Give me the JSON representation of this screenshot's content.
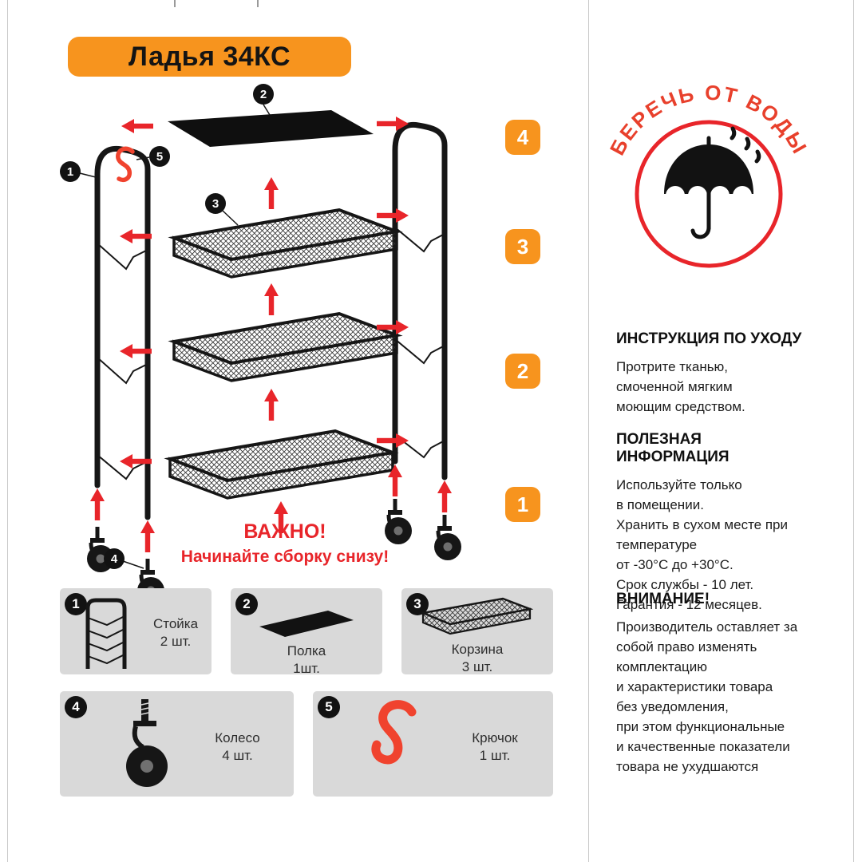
{
  "title": "Ладья 34КС",
  "colors": {
    "accent_orange": "#F7941E",
    "warning_red": "#E8252A",
    "hook_red": "#F0432E",
    "box_gray": "#D9D9D9"
  },
  "diagram": {
    "steps": [
      "4",
      "3",
      "2",
      "1"
    ],
    "callouts": [
      "1",
      "2",
      "3",
      "4",
      "5"
    ],
    "important_title": "ВАЖНО!",
    "important_text": "Начинайте сборку снизу!"
  },
  "parts": [
    {
      "num": "1",
      "name": "Стойка",
      "qty": "2 шт."
    },
    {
      "num": "2",
      "name": "Полка",
      "qty": "1шт."
    },
    {
      "num": "3",
      "name": "Корзина",
      "qty": "3 шт."
    },
    {
      "num": "4",
      "name": "Колесо",
      "qty": "4 шт."
    },
    {
      "num": "5",
      "name": "Крючок",
      "qty": "1 шт."
    }
  ],
  "sidebar": {
    "water_badge": "БЕРЕЧЬ ОТ ВОДЫ",
    "sections": [
      {
        "heading": "ИНСТРУКЦИЯ ПО УХОДУ",
        "body": "Протрите тканью,\nсмоченной мягким\nмоющим средством."
      },
      {
        "heading": "ПОЛЕЗНАЯ ИНФОРМАЦИЯ",
        "body": "Используйте только\nв помещении.\nХранить в сухом месте при\nтемпературе\nот -30°С до +30°С.\nСрок службы - 10 лет.\nГарантия - 12 месяцев."
      },
      {
        "heading": "ВНИМАНИЕ!",
        "body": "Производитель оставляет за\nсобой право изменять\nкомплектацию\nи характеристики товара\nбез уведомления,\nпри этом функциональные\nи качественные показатели\nтовара не ухудшаются"
      }
    ]
  }
}
